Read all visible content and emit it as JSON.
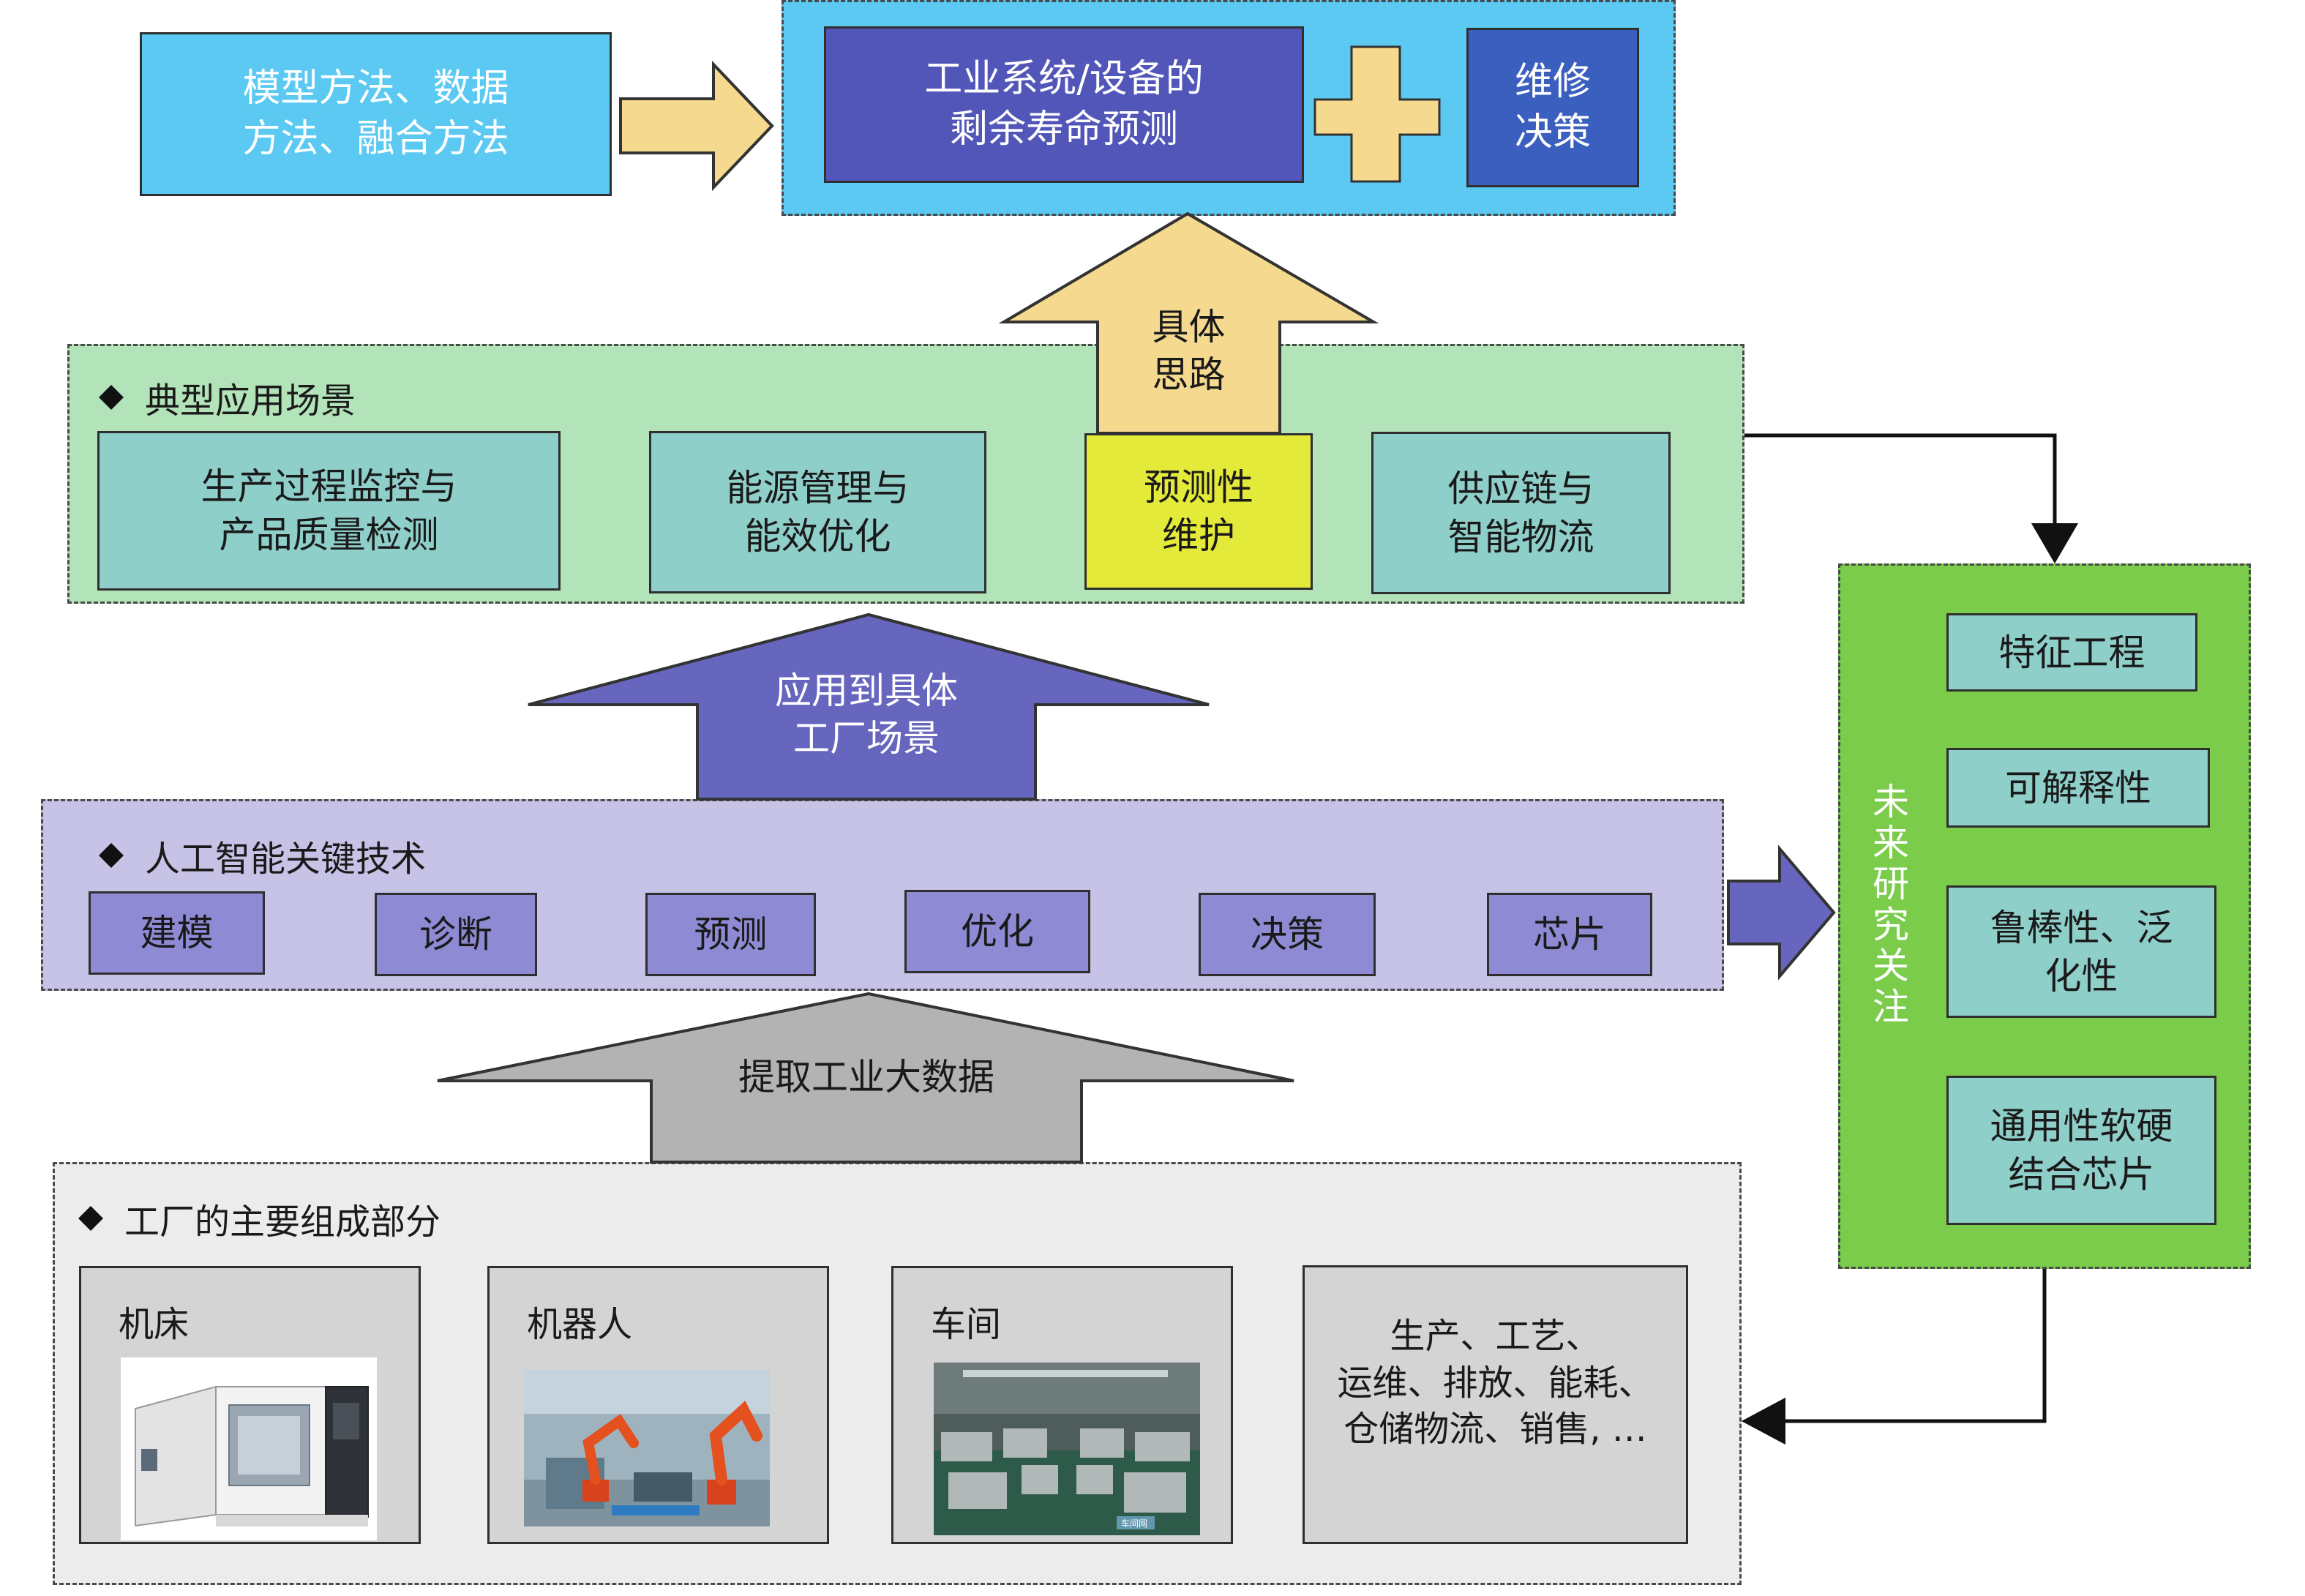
{
  "top": {
    "methods": "模型方法、数据\n方法、融合方法",
    "rul": "工业系统/设备的\n剩余寿命预测",
    "maintenance": "维修\n决策"
  },
  "arrow_concrete": "具体\n思路",
  "scenarios": {
    "title": "典型应用场景",
    "items": [
      "生产过程监控与\n产品质量检测",
      "能源管理与\n能效优化",
      "预测性\n维护",
      "供应链与\n智能物流"
    ]
  },
  "arrow_apply": "应用到具体\n工厂场景",
  "ai_tech": {
    "title": "人工智能关键技术",
    "items": [
      "建模",
      "诊断",
      "预测",
      "优化",
      "决策",
      "芯片"
    ]
  },
  "arrow_extract": "提取工业大数据",
  "factory": {
    "title": "工厂的主要组成部分",
    "machine_tool": "机床",
    "robot": "机器人",
    "workshop": "车间",
    "others": "生产、工艺、\n运维、排放、能耗、\n仓储物流、销售, …",
    "photo_watermark": "车间网"
  },
  "future": {
    "title": "未来研究关注",
    "items": [
      "特征工程",
      "可解释性",
      "鲁棒性、泛\n化性",
      "通用性软硬\n结合芯片"
    ]
  },
  "colors": {
    "light_blue": "#5bc9f2",
    "indigo": "#5156b8",
    "royal_blue": "#3a5fbf",
    "cream_arrow": "#f5d98f",
    "light_green": "#b3e3b8",
    "teal": "#8fcfca",
    "yellow": "#e4ea3a",
    "lavender": "#c6c3e6",
    "purple_box": "#8e8ad4",
    "purple_arrow": "#6666bf",
    "gray_arrow": "#b3b3b3",
    "light_gray": "#ececec",
    "gray_box": "#d4d4d4",
    "green_panel": "#7acc4a"
  }
}
